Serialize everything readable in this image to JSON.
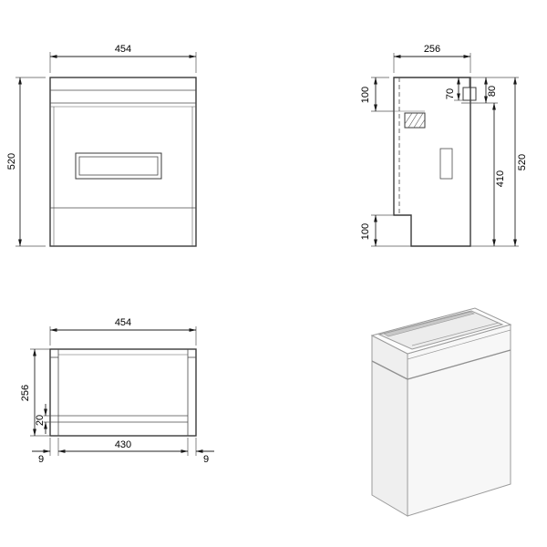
{
  "drawing": {
    "front_view": {
      "width": "454",
      "height": "520"
    },
    "side_view": {
      "depth": "256",
      "top_offset": "100",
      "bracket_inset": "70",
      "bracket_drop": "80",
      "inner_height": "410",
      "height": "520",
      "bottom_offset": "100"
    },
    "plan_view": {
      "width": "454",
      "depth": "256",
      "front_rim": "20",
      "inner_width": "430",
      "left_panel": "9",
      "right_panel": "9"
    }
  }
}
